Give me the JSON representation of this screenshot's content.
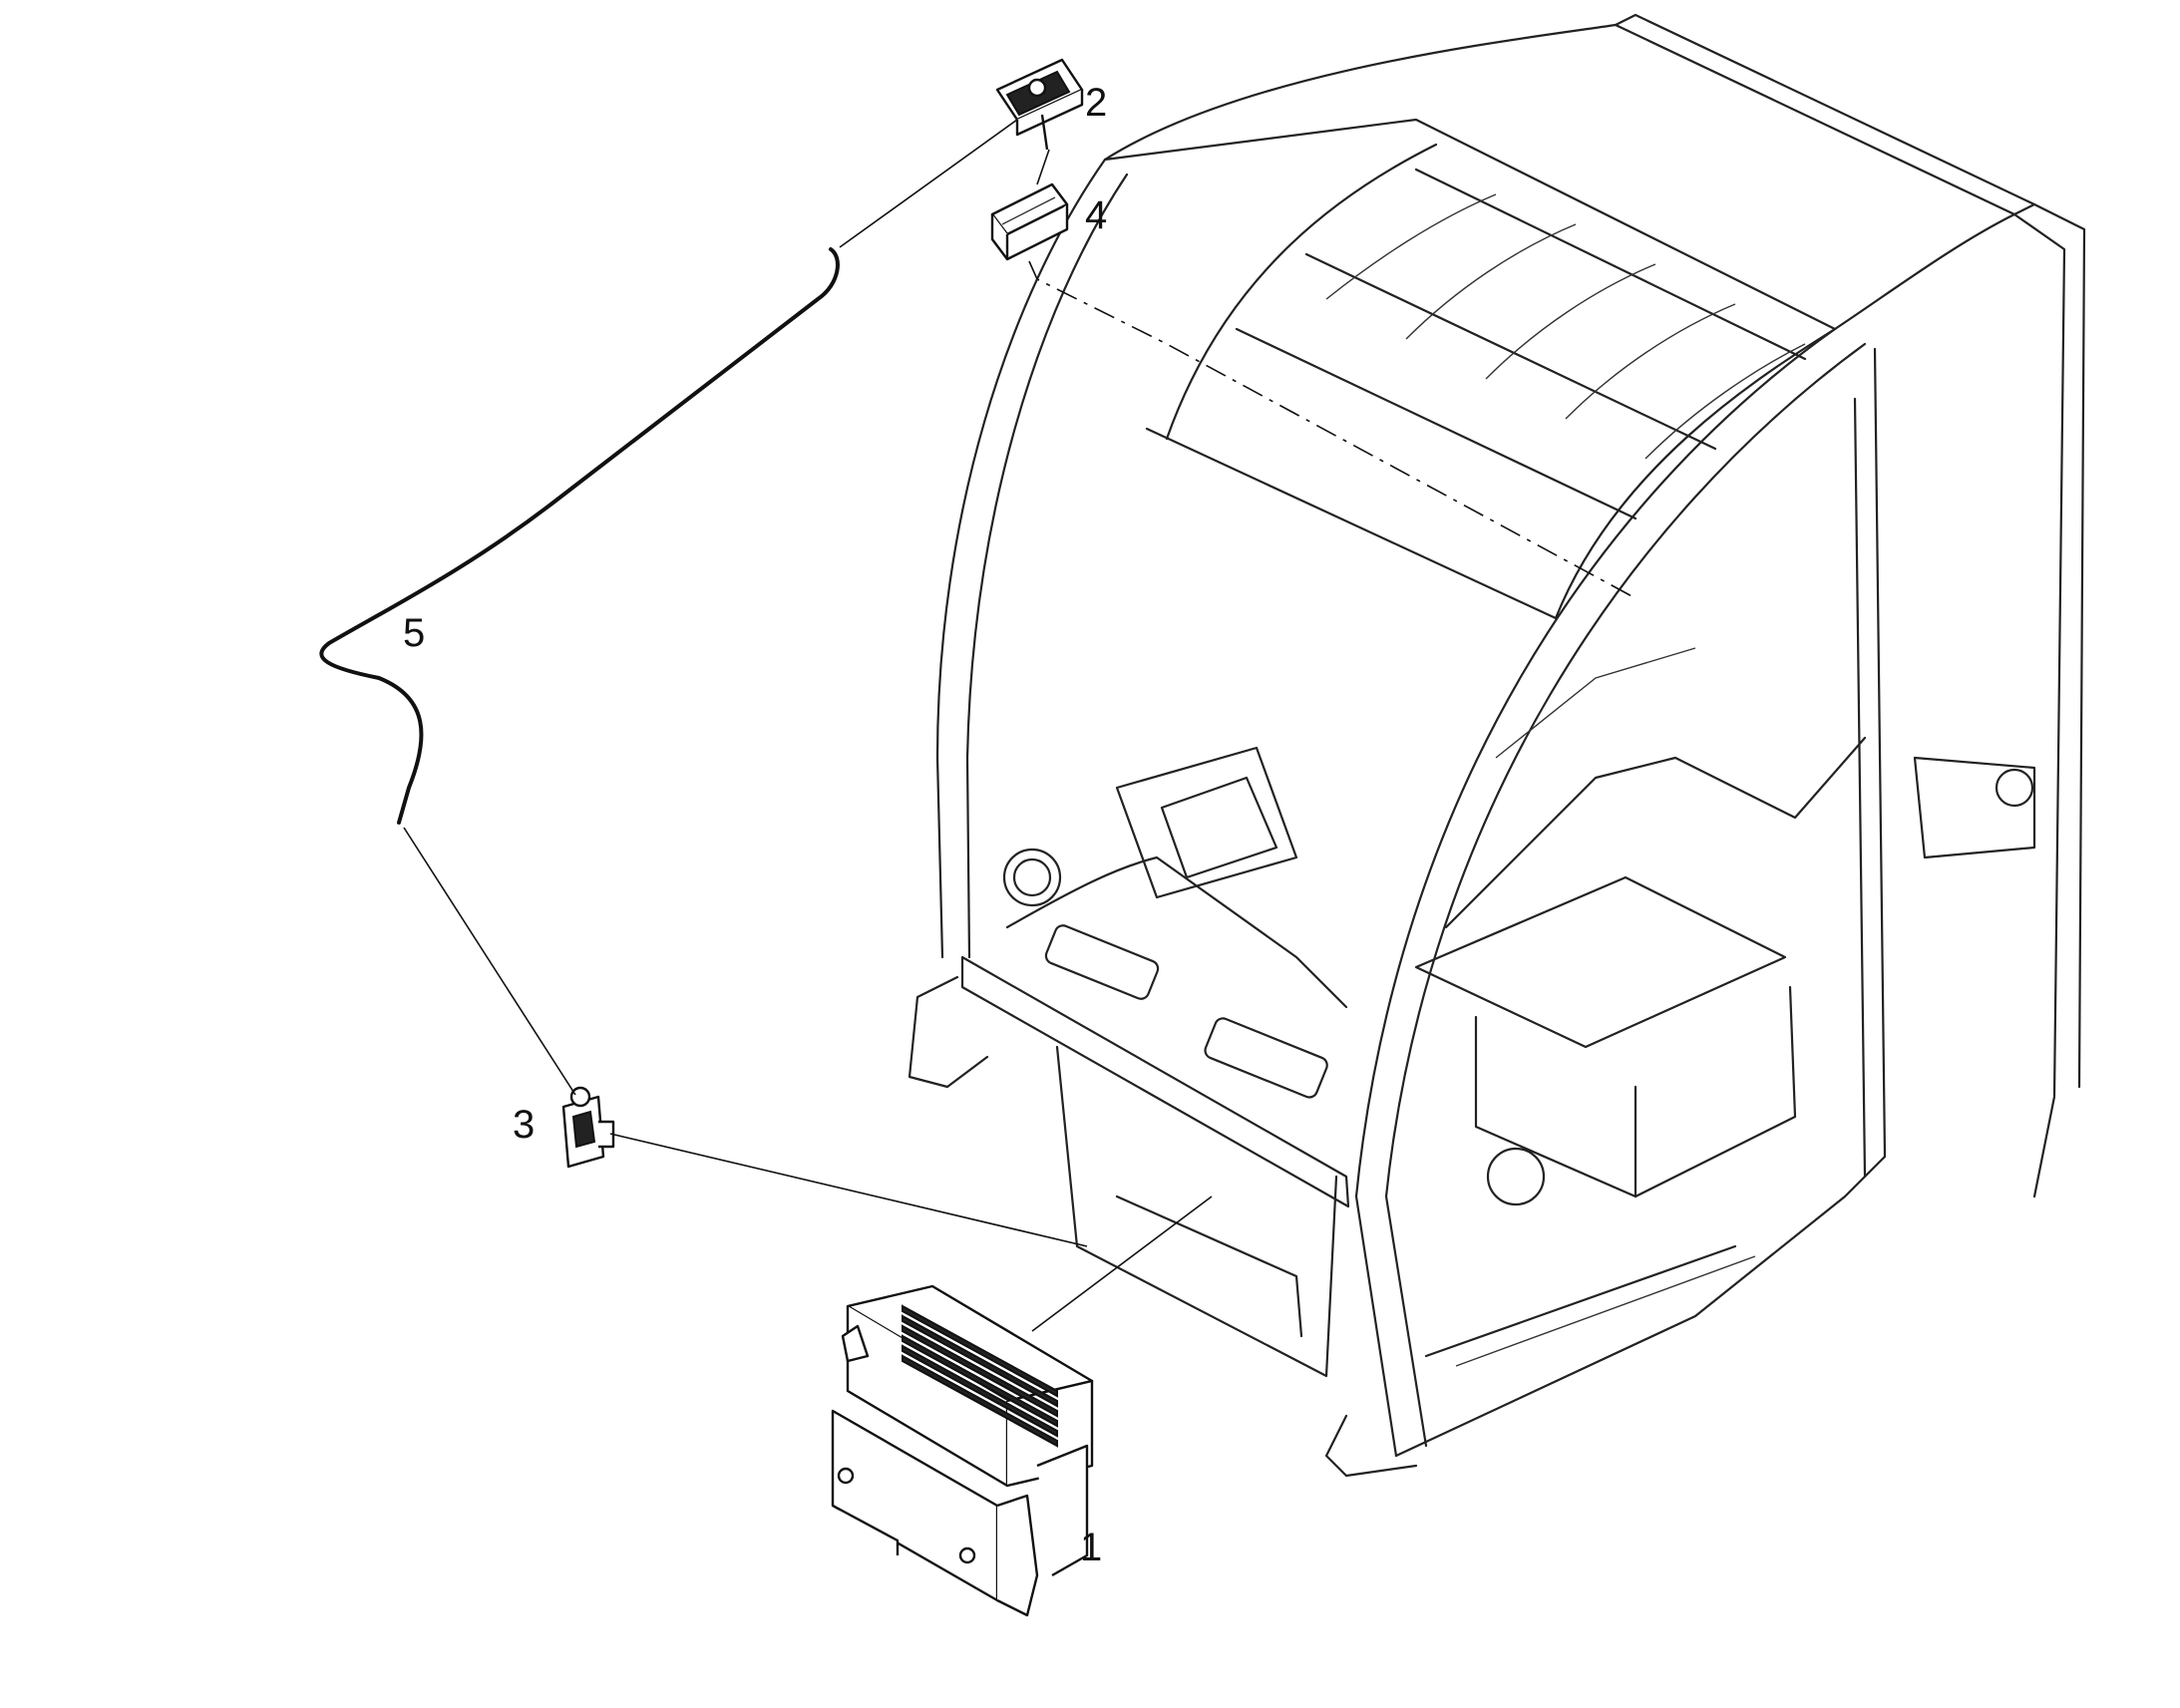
{
  "diagram": {
    "type": "exploded-parts-diagram",
    "callouts": [
      {
        "id": "1",
        "label": "1"
      },
      {
        "id": "2",
        "label": "2"
      },
      {
        "id": "3",
        "label": "3"
      },
      {
        "id": "4",
        "label": "4"
      },
      {
        "id": "5",
        "label": "5"
      }
    ],
    "colors": {
      "line": "#111111",
      "background": "#ffffff"
    }
  }
}
